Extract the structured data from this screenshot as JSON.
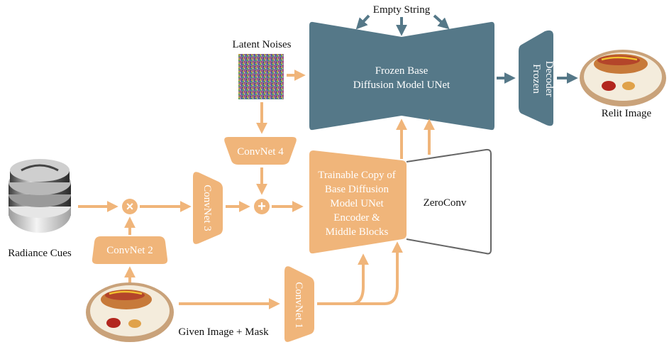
{
  "labels": {
    "empty_string": "Empty String",
    "latent_noises": "Latent Noises",
    "frozen_unet_line1": "Frozen Base",
    "frozen_unet_line2": "Diffusion Model UNet",
    "frozen_decoder_line1": "Frozen",
    "frozen_decoder_line2": "Decoder",
    "relit_image": "Relit Image",
    "convnet4": "ConvNet 4",
    "convnet3": "ConvNet 3",
    "convnet2": "ConvNet 2",
    "convnet1": "ConvNet 1",
    "trainable_line1": "Trainable Copy of",
    "trainable_line2": "Base Diffusion",
    "trainable_line3": "Model UNet",
    "trainable_line4": "Encoder &",
    "trainable_line5": "Middle Blocks",
    "zeroconv": "ZeroConv",
    "radiance_cues": "Radiance Cues",
    "given_image": "Given Image + Mask",
    "multiply_symbol": "×",
    "add_symbol": "+"
  },
  "colors": {
    "orange": "#f0b57a",
    "slate": "#557888",
    "outline": "#666666"
  }
}
